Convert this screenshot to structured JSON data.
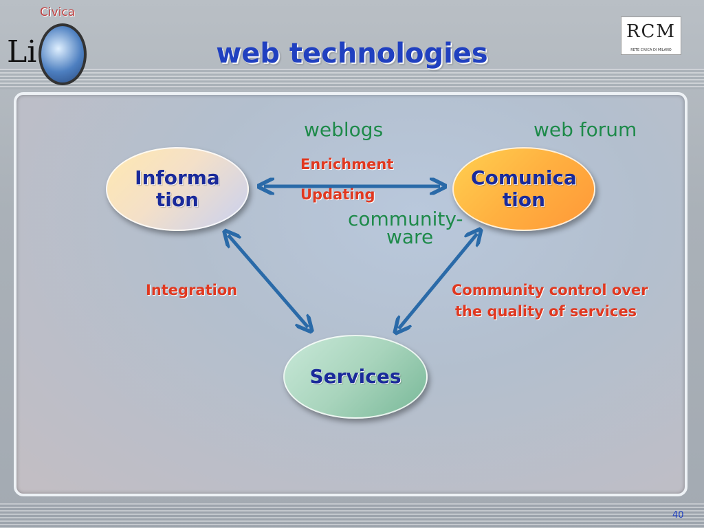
{
  "slide": {
    "title": "web technologies",
    "page_number": "40"
  },
  "logos": {
    "left": {
      "word": "Civica",
      "letters": "Li"
    },
    "right": {
      "letters": "RCM",
      "subtitle": "RETE CIVICA  DI MILANO"
    }
  },
  "nodes": {
    "information": [
      "Informa",
      "tion"
    ],
    "communication": [
      "Comunica",
      "tion"
    ],
    "services": [
      "Services"
    ]
  },
  "labels": {
    "weblogs": "weblogs",
    "web_forum": "web forum",
    "community_ware": [
      "community-",
      "ware"
    ],
    "enrichment": "Enrichment",
    "updating": "Updating",
    "integration": "Integration",
    "community_control": [
      "Community control over",
      "the quality of services"
    ]
  },
  "colors": {
    "title": "#2040c0",
    "node_text": "#1a2a9a",
    "green_label": "#1e8a4a",
    "red_label": "#e03820",
    "arrow": "#2a6aa8"
  }
}
